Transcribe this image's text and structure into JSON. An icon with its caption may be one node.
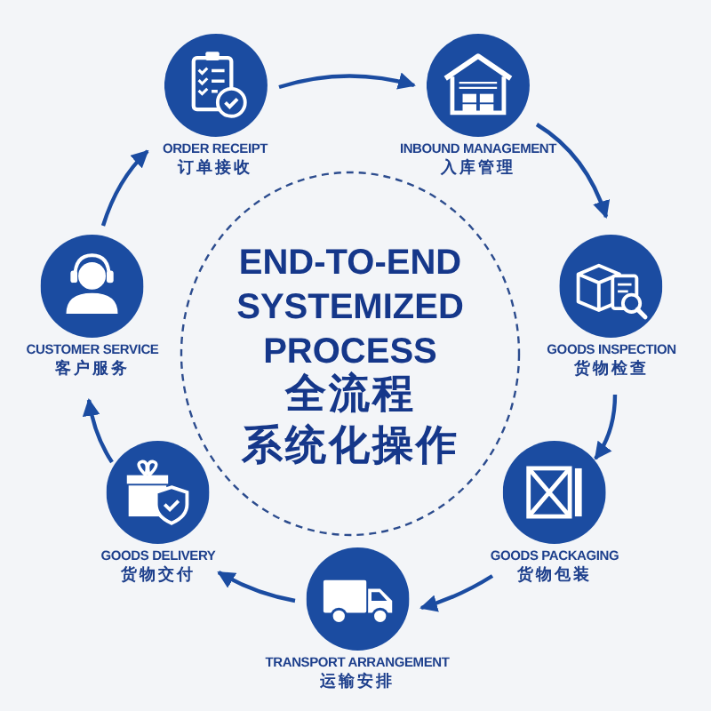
{
  "diagram": {
    "nodes": [
      {
        "text": [
          "ORDER RECEIPT",
          "订单接收"
        ]
      },
      {
        "text": [
          "INBOUND MANAGEMENT",
          "入库管理"
        ]
      },
      {
        "text": [
          "GOODS INSPECTION",
          "货物检查"
        ]
      },
      {
        "text": [
          "GOODS PACKAGING",
          "货物包装"
        ]
      },
      {
        "text": [
          "TRANSPORT ARRANGEMENT",
          "运输安排"
        ]
      },
      {
        "text": [
          "GOODS DELIVERY",
          "货物交付"
        ]
      },
      {
        "text": [
          "CUSTOMER SERVICE",
          "客户服务"
        ]
      },
      {
        "text": [
          "END-TO-END SYSTEMIZED PROCESS",
          "全流程",
          "系统化操作"
        ]
      }
    ],
    "edges": [
      {
        "from": 0,
        "to": 1,
        "arrow": "to"
      },
      {
        "from": 1,
        "to": 2,
        "arrow": "to"
      },
      {
        "from": 2,
        "to": 3,
        "arrow": "to"
      },
      {
        "from": 3,
        "to": 4,
        "arrow": "to"
      },
      {
        "from": 4,
        "to": 5,
        "arrow": "to"
      },
      {
        "from": 5,
        "to": 6,
        "arrow": "to"
      },
      {
        "from": 6,
        "to": 0,
        "arrow": "to"
      }
    ]
  }
}
